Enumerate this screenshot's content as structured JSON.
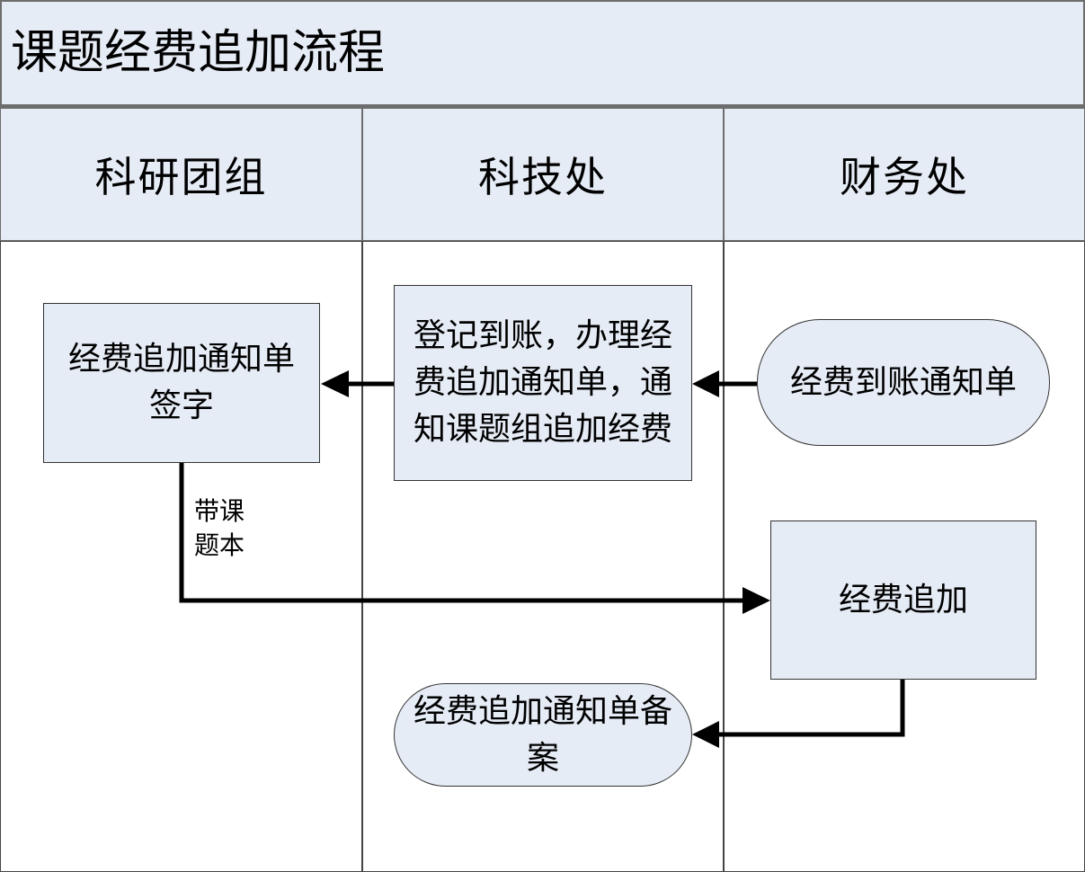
{
  "title": "课题经费追加流程",
  "lanes": [
    {
      "label": "科研团组"
    },
    {
      "label": "科技处"
    },
    {
      "label": "财务处"
    }
  ],
  "nodes": {
    "fund_notice": "经费到账通知单",
    "register": "登记到账，办理经费追加通知单，通知课题组追加经费",
    "sign": "经费追加通知单签字",
    "add_funds": "经费追加",
    "archive": "经费追加通知单备案"
  },
  "edge_note": "带课题本"
}
